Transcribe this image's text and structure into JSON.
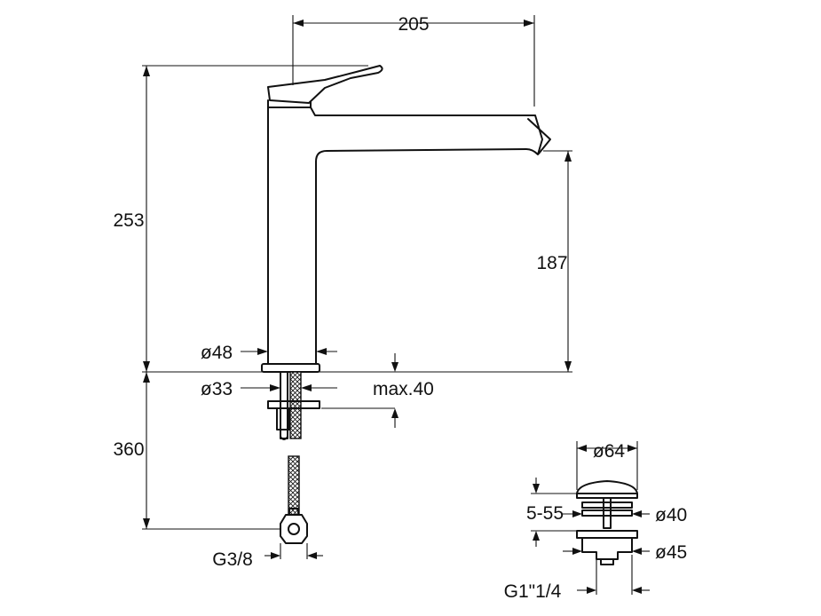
{
  "dimensions": {
    "overall_reach": "205",
    "overall_height": "253",
    "spout_height": "187",
    "hose_length": "360",
    "body_diameter": "ø48",
    "shank_diameter": "ø33",
    "max_deck_thickness": "max.40",
    "hose_connection": "G3/8",
    "waste_cap_diameter": "ø64",
    "waste_adjust_range": "5-55",
    "waste_body_diameter": "ø40",
    "waste_flange_diameter": "ø45",
    "waste_thread": "G1\"1/4"
  }
}
